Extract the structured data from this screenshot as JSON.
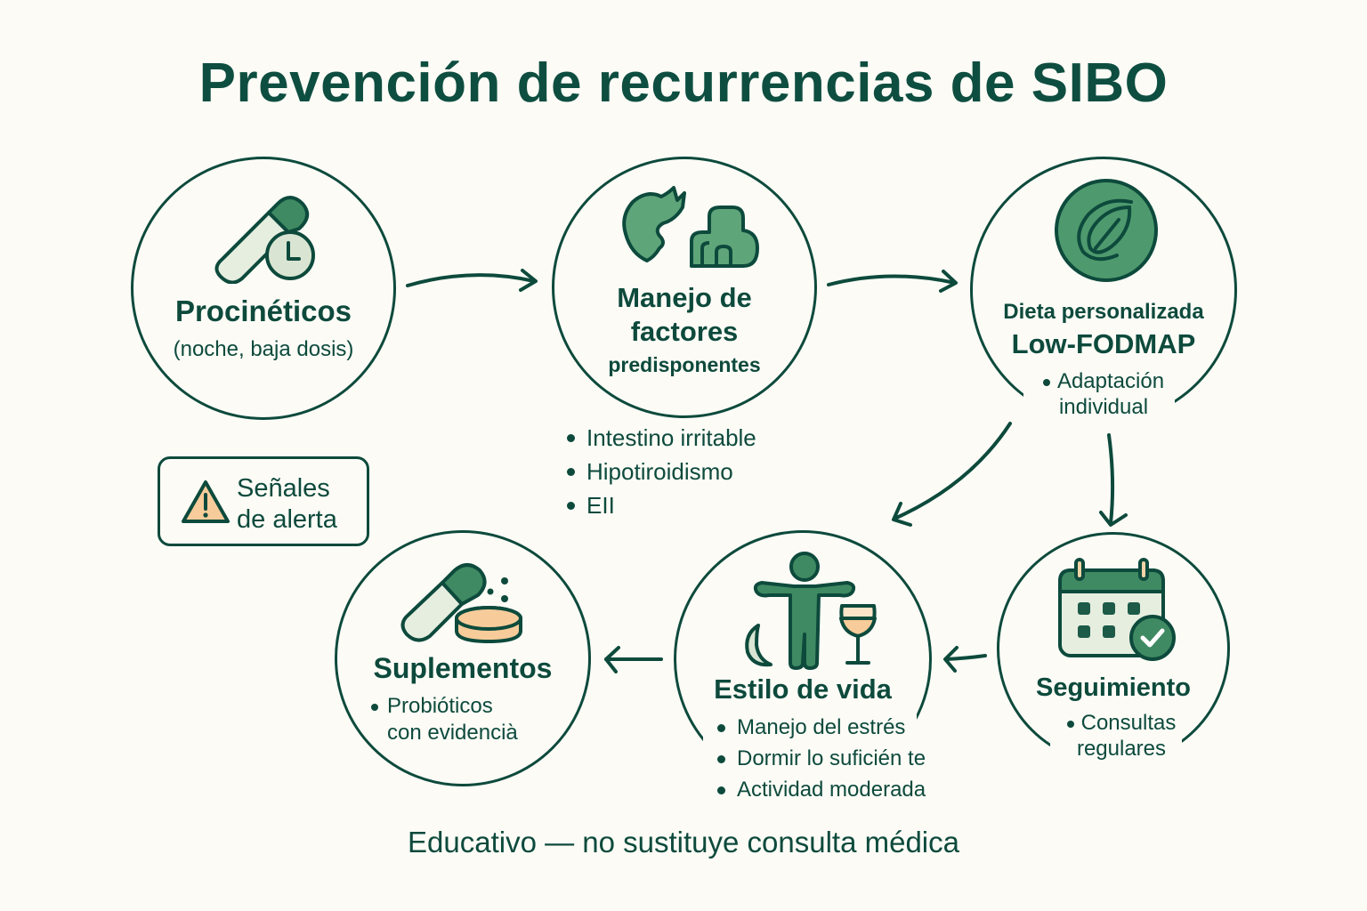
{
  "title": "Prevención de recurrencias de SIBO",
  "colors": {
    "background": "#fcfbf6",
    "primary_dark": "#0d4a3c",
    "accent_green": "#4e9a6e",
    "light_green": "#e6eee0",
    "peach": "#f7cc9a"
  },
  "nodes": {
    "procineticos": {
      "icon": "capsule-clock-icon",
      "label": "Procinéticos",
      "sub": "(noche, baja dosis)"
    },
    "factores": {
      "icon": "stomach-intestine-icon",
      "label_line1": "Manejo de",
      "label_line2": "factores",
      "label_line3": "predisponentes",
      "bullets": [
        "Intestino irritable",
        "Hipotiroidismo",
        "EII"
      ]
    },
    "dieta": {
      "icon": "leaf-badge-icon",
      "label_line1": "Dieta personalizada",
      "label_line2": "Low-FODMAP",
      "bullets": [
        "Adaptación",
        "individual"
      ]
    },
    "seguimiento": {
      "icon": "calendar-check-icon",
      "label": "Seguimiento",
      "bullets": [
        "Consultas",
        "regulares"
      ]
    },
    "estilo": {
      "icon": "person-moon-wine-icon",
      "label": "Estilo de vida",
      "bullets": [
        "Manejo del estrés",
        "Dormir lo suficién te",
        "Actividad moderada"
      ]
    },
    "suplementos": {
      "icon": "capsule-tablet-icon",
      "label": "Suplementos",
      "bullets": [
        "Probióticos",
        "con evidenciа̀"
      ]
    }
  },
  "alert": {
    "icon": "warning-triangle-icon",
    "line1": "Señales",
    "line2": "de alerta"
  },
  "footer": "Educativo — no sustituye consulta médica"
}
